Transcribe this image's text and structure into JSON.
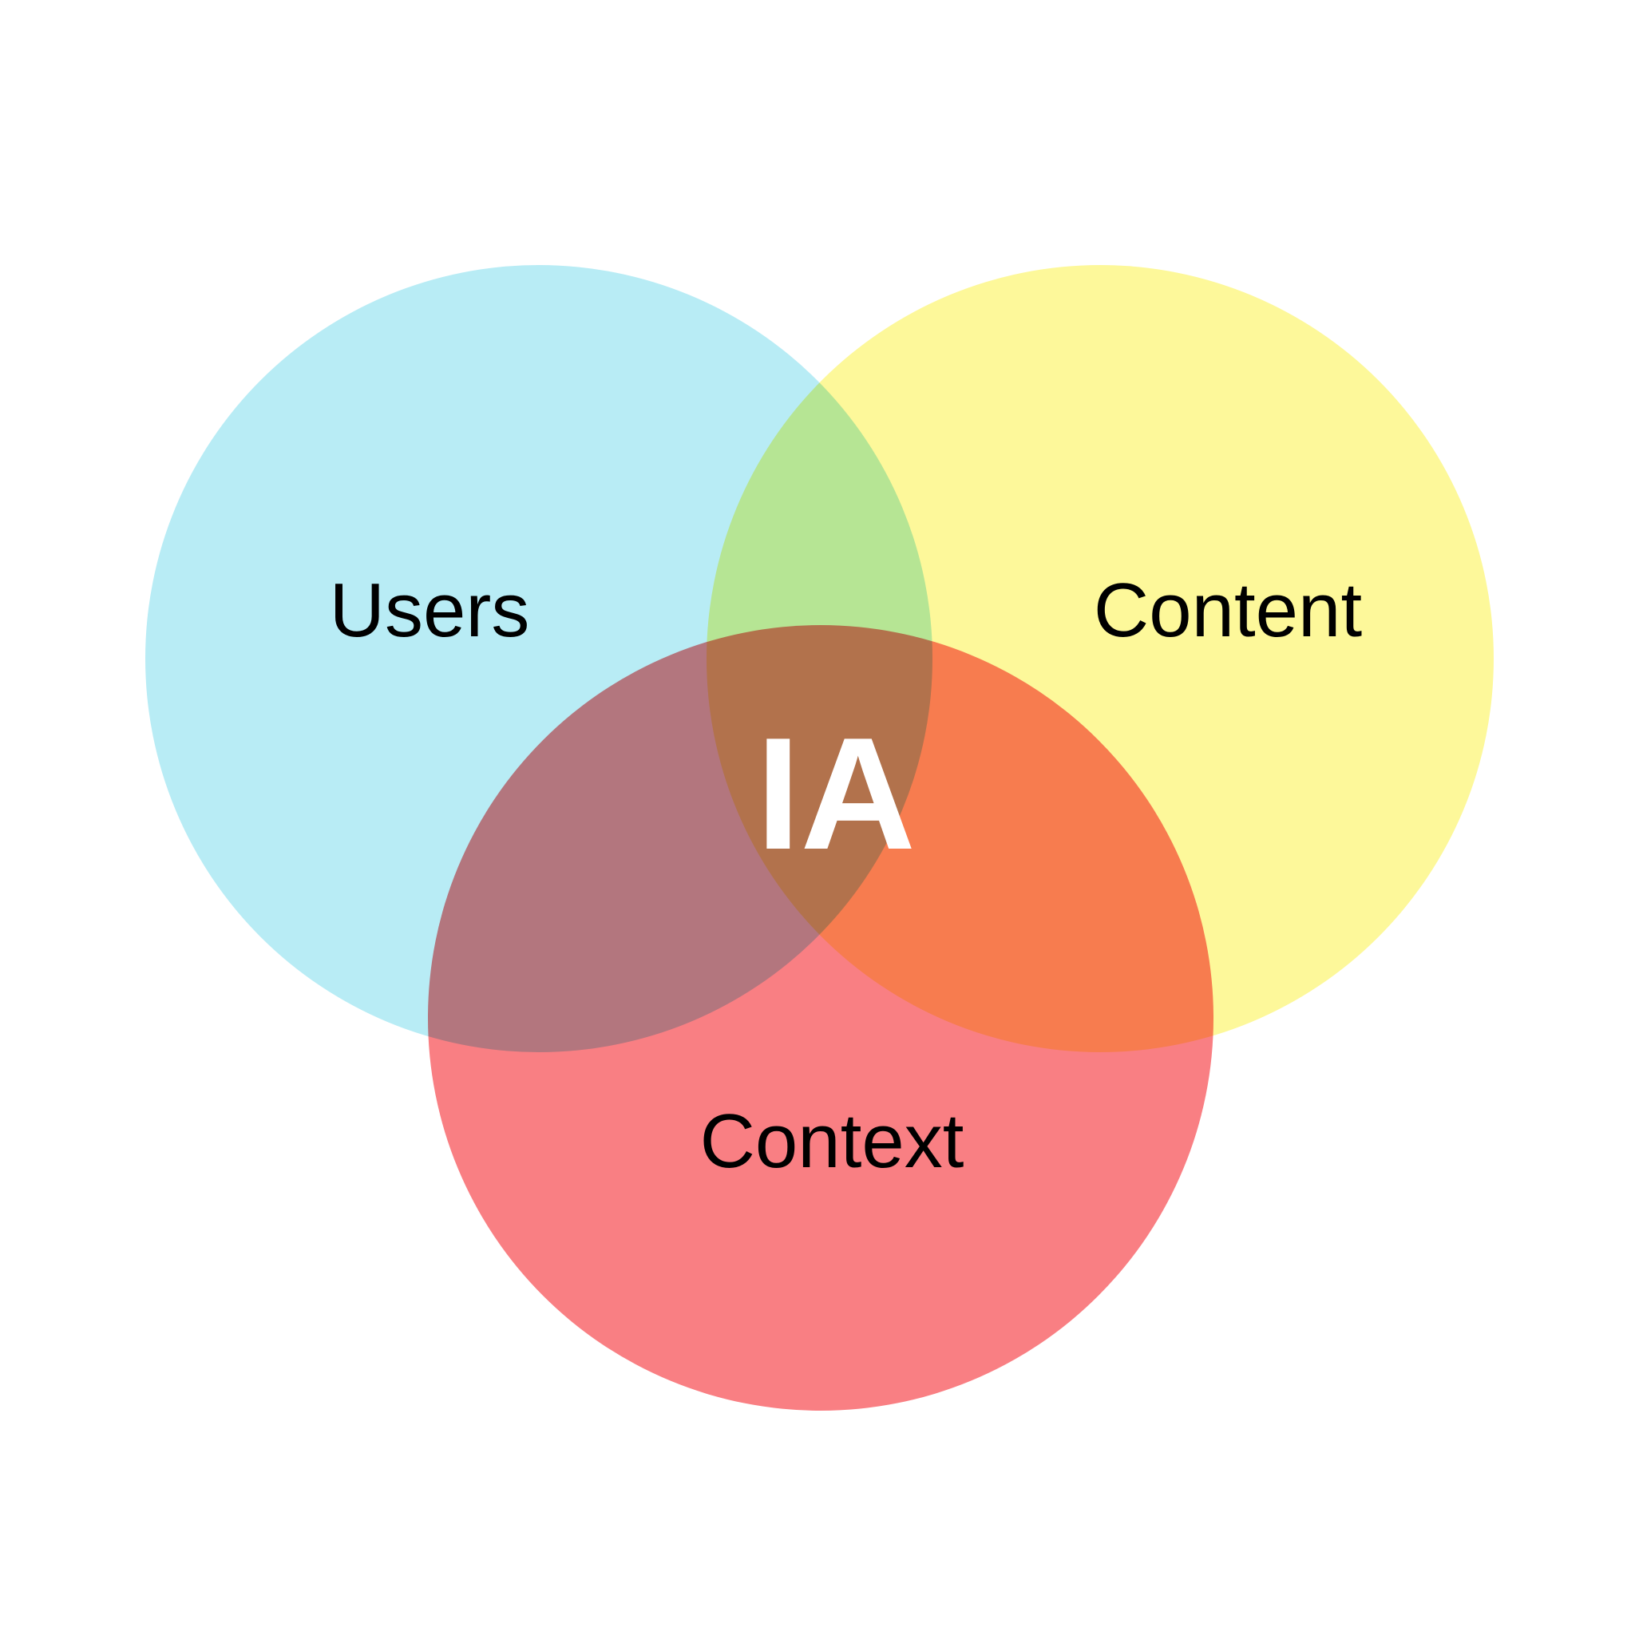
{
  "diagram": {
    "type": "venn",
    "sets": [
      {
        "label": "Users",
        "color": "#b8ecf5"
      },
      {
        "label": "Content",
        "color": "#fdf89a"
      },
      {
        "label": "Context",
        "color": "#f97f83"
      }
    ],
    "center_label": "IA",
    "center_label_color": "#ffffff",
    "background": "#ffffff"
  }
}
